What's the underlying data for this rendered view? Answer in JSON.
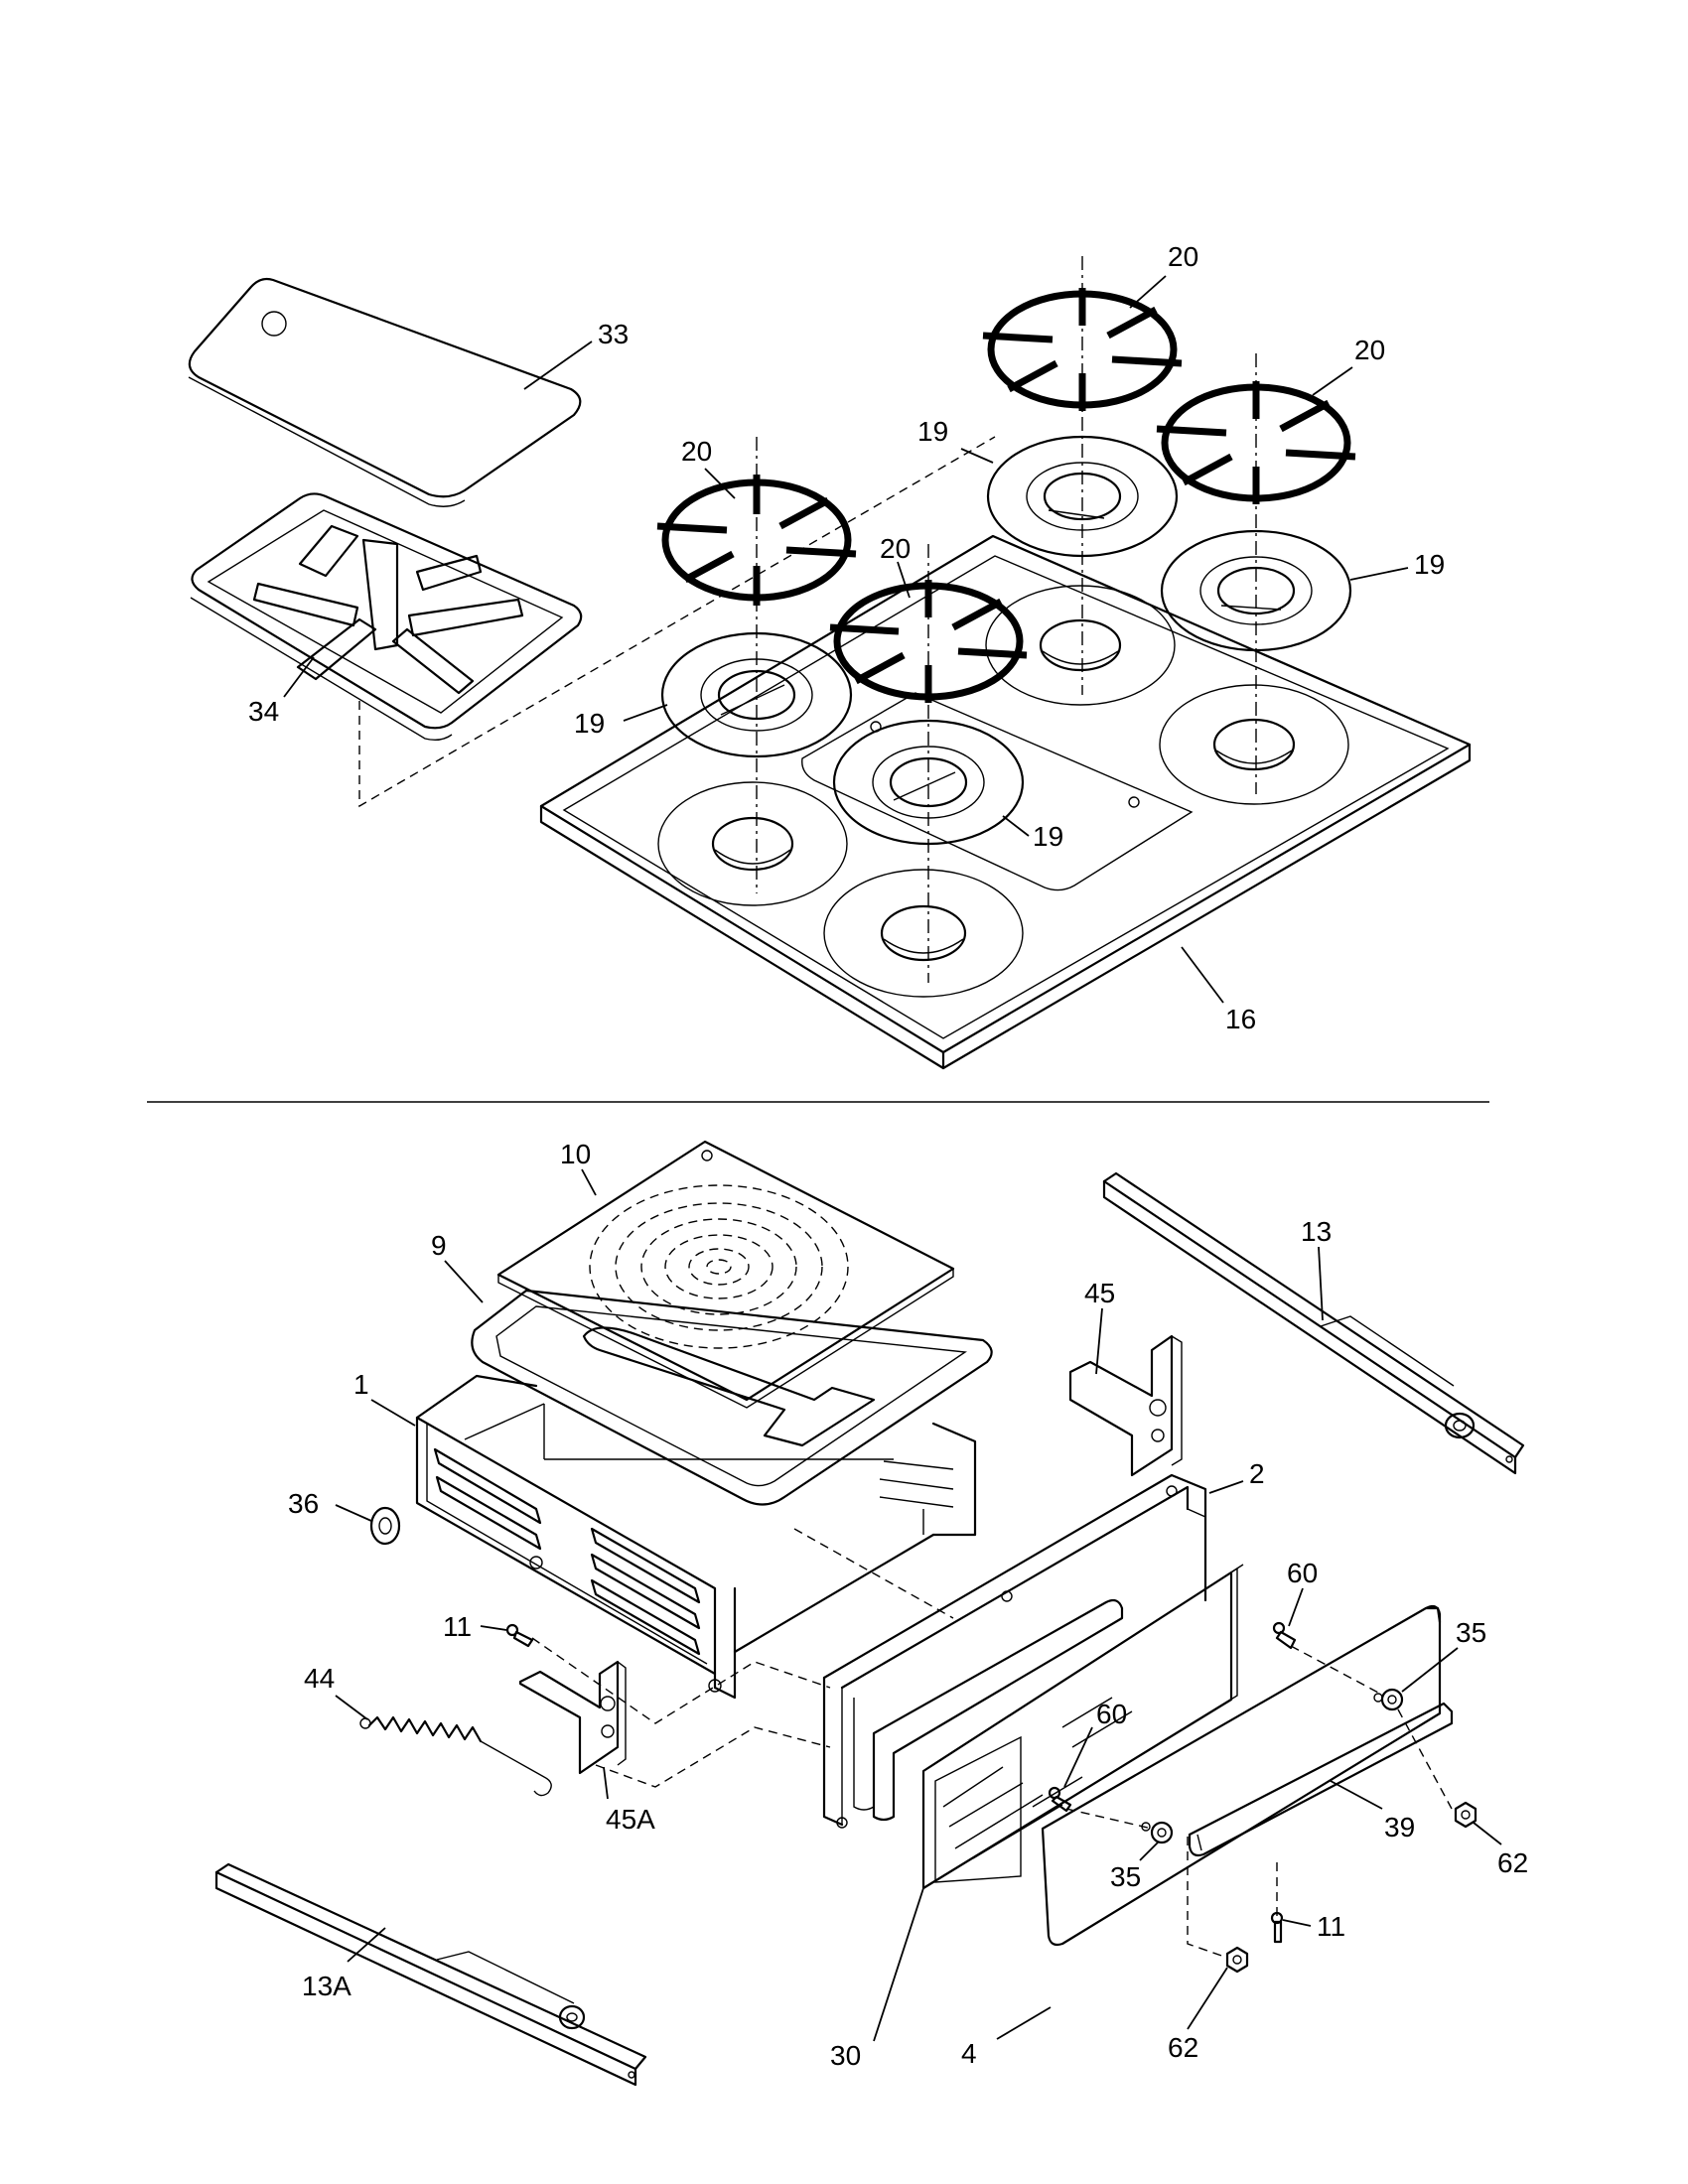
{
  "callouts": [
    {
      "id": "c33",
      "label": "33"
    },
    {
      "id": "c34",
      "label": "34"
    },
    {
      "id": "c20a",
      "label": "20"
    },
    {
      "id": "c20b",
      "label": "20"
    },
    {
      "id": "c20c",
      "label": "20"
    },
    {
      "id": "c20d",
      "label": "20"
    },
    {
      "id": "c19a",
      "label": "19"
    },
    {
      "id": "c19b",
      "label": "19"
    },
    {
      "id": "c19c",
      "label": "19"
    },
    {
      "id": "c19d",
      "label": "19"
    },
    {
      "id": "c16",
      "label": "16"
    },
    {
      "id": "c10",
      "label": "10"
    },
    {
      "id": "c9",
      "label": "9"
    },
    {
      "id": "c1",
      "label": "1"
    },
    {
      "id": "c13",
      "label": "13"
    },
    {
      "id": "c45",
      "label": "45"
    },
    {
      "id": "c2",
      "label": "2"
    },
    {
      "id": "c36",
      "label": "36"
    },
    {
      "id": "c60a",
      "label": "60"
    },
    {
      "id": "c35a",
      "label": "35"
    },
    {
      "id": "c11a",
      "label": "11"
    },
    {
      "id": "c44",
      "label": "44"
    },
    {
      "id": "c60b",
      "label": "60"
    },
    {
      "id": "c45A",
      "label": "45A"
    },
    {
      "id": "c39",
      "label": "39"
    },
    {
      "id": "c62a",
      "label": "62"
    },
    {
      "id": "c13A",
      "label": "13A"
    },
    {
      "id": "c35b",
      "label": "35"
    },
    {
      "id": "c11b",
      "label": "11"
    },
    {
      "id": "c30",
      "label": "30"
    },
    {
      "id": "c4",
      "label": "4"
    },
    {
      "id": "c62b",
      "label": "62"
    }
  ]
}
